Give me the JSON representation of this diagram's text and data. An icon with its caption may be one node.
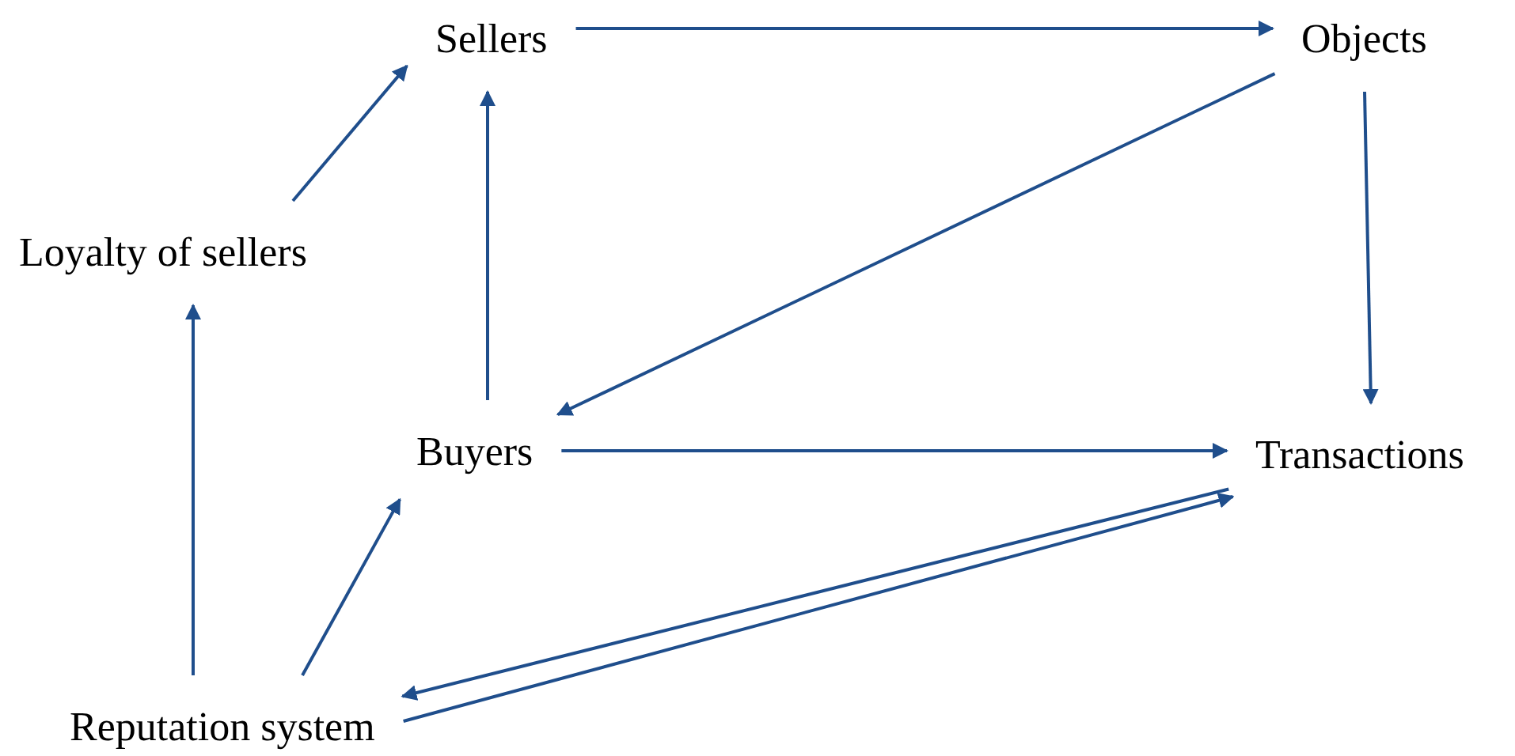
{
  "diagram": {
    "nodes": [
      {
        "text": [
          "Sellers"
        ]
      },
      {
        "text": [
          "Objects"
        ]
      },
      {
        "text": [
          "Loyalty of sellers"
        ]
      },
      {
        "text": [
          "Buyers"
        ]
      },
      {
        "text": [
          "Transactions"
        ]
      },
      {
        "text": [
          "Reputation system"
        ]
      }
    ],
    "edges": [
      {
        "from": 0,
        "to": 1,
        "arrow": "to"
      },
      {
        "from": 1,
        "to": 4,
        "arrow": "to"
      },
      {
        "from": 1,
        "to": 3,
        "arrow": "to"
      },
      {
        "from": 3,
        "to": 0,
        "arrow": "to"
      },
      {
        "from": 3,
        "to": 4,
        "arrow": "to"
      },
      {
        "from": 4,
        "to": 5,
        "arrow": "to"
      },
      {
        "from": 5,
        "to": 4,
        "arrow": "to"
      },
      {
        "from": 5,
        "to": 2,
        "arrow": "to"
      },
      {
        "from": 5,
        "to": 3,
        "arrow": "to"
      },
      {
        "from": 2,
        "to": 0,
        "arrow": "to"
      }
    ]
  }
}
